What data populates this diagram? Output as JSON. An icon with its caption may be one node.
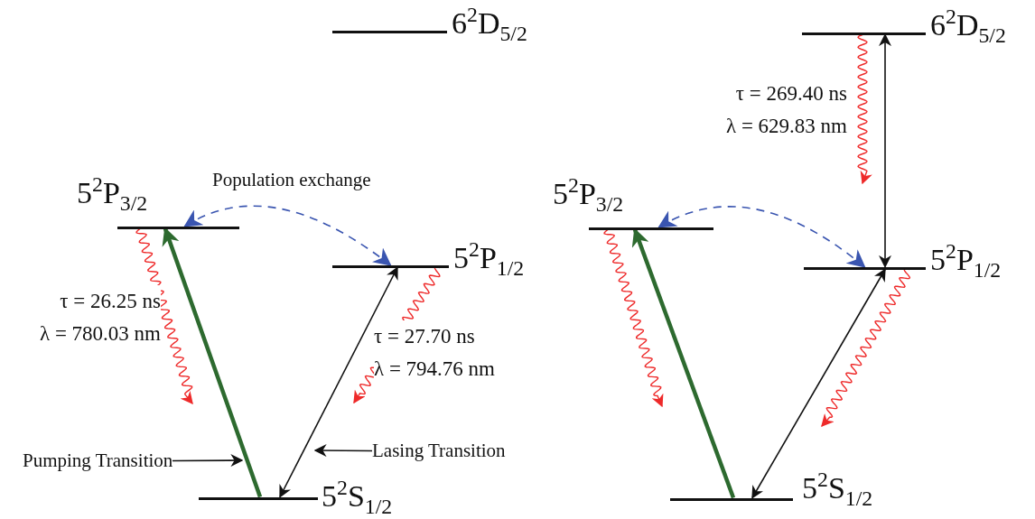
{
  "diagram": {
    "nodes": [
      {
        "text": [
          "6$^{2}$D$_{5/2}$"
        ]
      },
      {
        "text": [
          "5$^{2}$P$_{3/2}$"
        ]
      },
      {
        "text": [
          "5$^{2}$P$_{1/2}$"
        ]
      },
      {
        "text": [
          "Pumping Transition"
        ]
      },
      {
        "text": [
          "Lasing Transition"
        ]
      },
      {
        "text": [
          "5$^{2}$S$_{1/2}$"
        ]
      },
      {
        "text": [
          "6$^{2}$D$_{5/2}$"
        ]
      },
      {
        "text": [
          "5$^{2}$P$_{3/2}$"
        ]
      },
      {
        "text": [
          "5$^{2}$P$_{1/2}$"
        ]
      },
      {
        "text": [
          "5$^{2}$S$_{1/2}$"
        ]
      }
    ],
    "edges": [
      {
        "from": 5,
        "to": 1,
        "arrow": "to",
        "style": "thick",
        "color": "#2d6a2f"
      },
      {
        "from": 2,
        "to": 5,
        "arrow": "both"
      },
      {
        "from": 1,
        "to": 2,
        "arrow": "both",
        "style": "dashed",
        "color": "#3a55b0",
        "label": "Population exchange"
      },
      {
        "from": 1,
        "to": null,
        "arrow": "to",
        "color": "#ee2a2a",
        "label": "τ = 26.25 ns λ = 780.03 nm"
      },
      {
        "from": 2,
        "to": null,
        "arrow": "to",
        "color": "#ee2a2a",
        "label": "τ = 27.70 ns λ = 794.76 nm"
      },
      {
        "from": 3,
        "to": null,
        "arrow": "to"
      },
      {
        "from": 4,
        "to": null,
        "arrow": "to"
      },
      {
        "from": 9,
        "to": 7,
        "arrow": "to",
        "style": "thick",
        "color": "#2d6a2f"
      },
      {
        "from": 8,
        "to": 9,
        "arrow": "both"
      },
      {
        "from": 7,
        "to": 8,
        "arrow": "both",
        "style": "dashed",
        "color": "#3a55b0"
      },
      {
        "from": 6,
        "to": 8,
        "arrow": "both"
      },
      {
        "from": 6,
        "to": null,
        "arrow": "to",
        "color": "#ee2a2a",
        "label": "τ = 269.40 ns λ = 629.83 nm"
      },
      {
        "from": 7,
        "to": null,
        "arrow": "to",
        "color": "#ee2a2a"
      },
      {
        "from": 8,
        "to": null,
        "arrow": "to",
        "color": "#ee2a2a"
      }
    ]
  }
}
